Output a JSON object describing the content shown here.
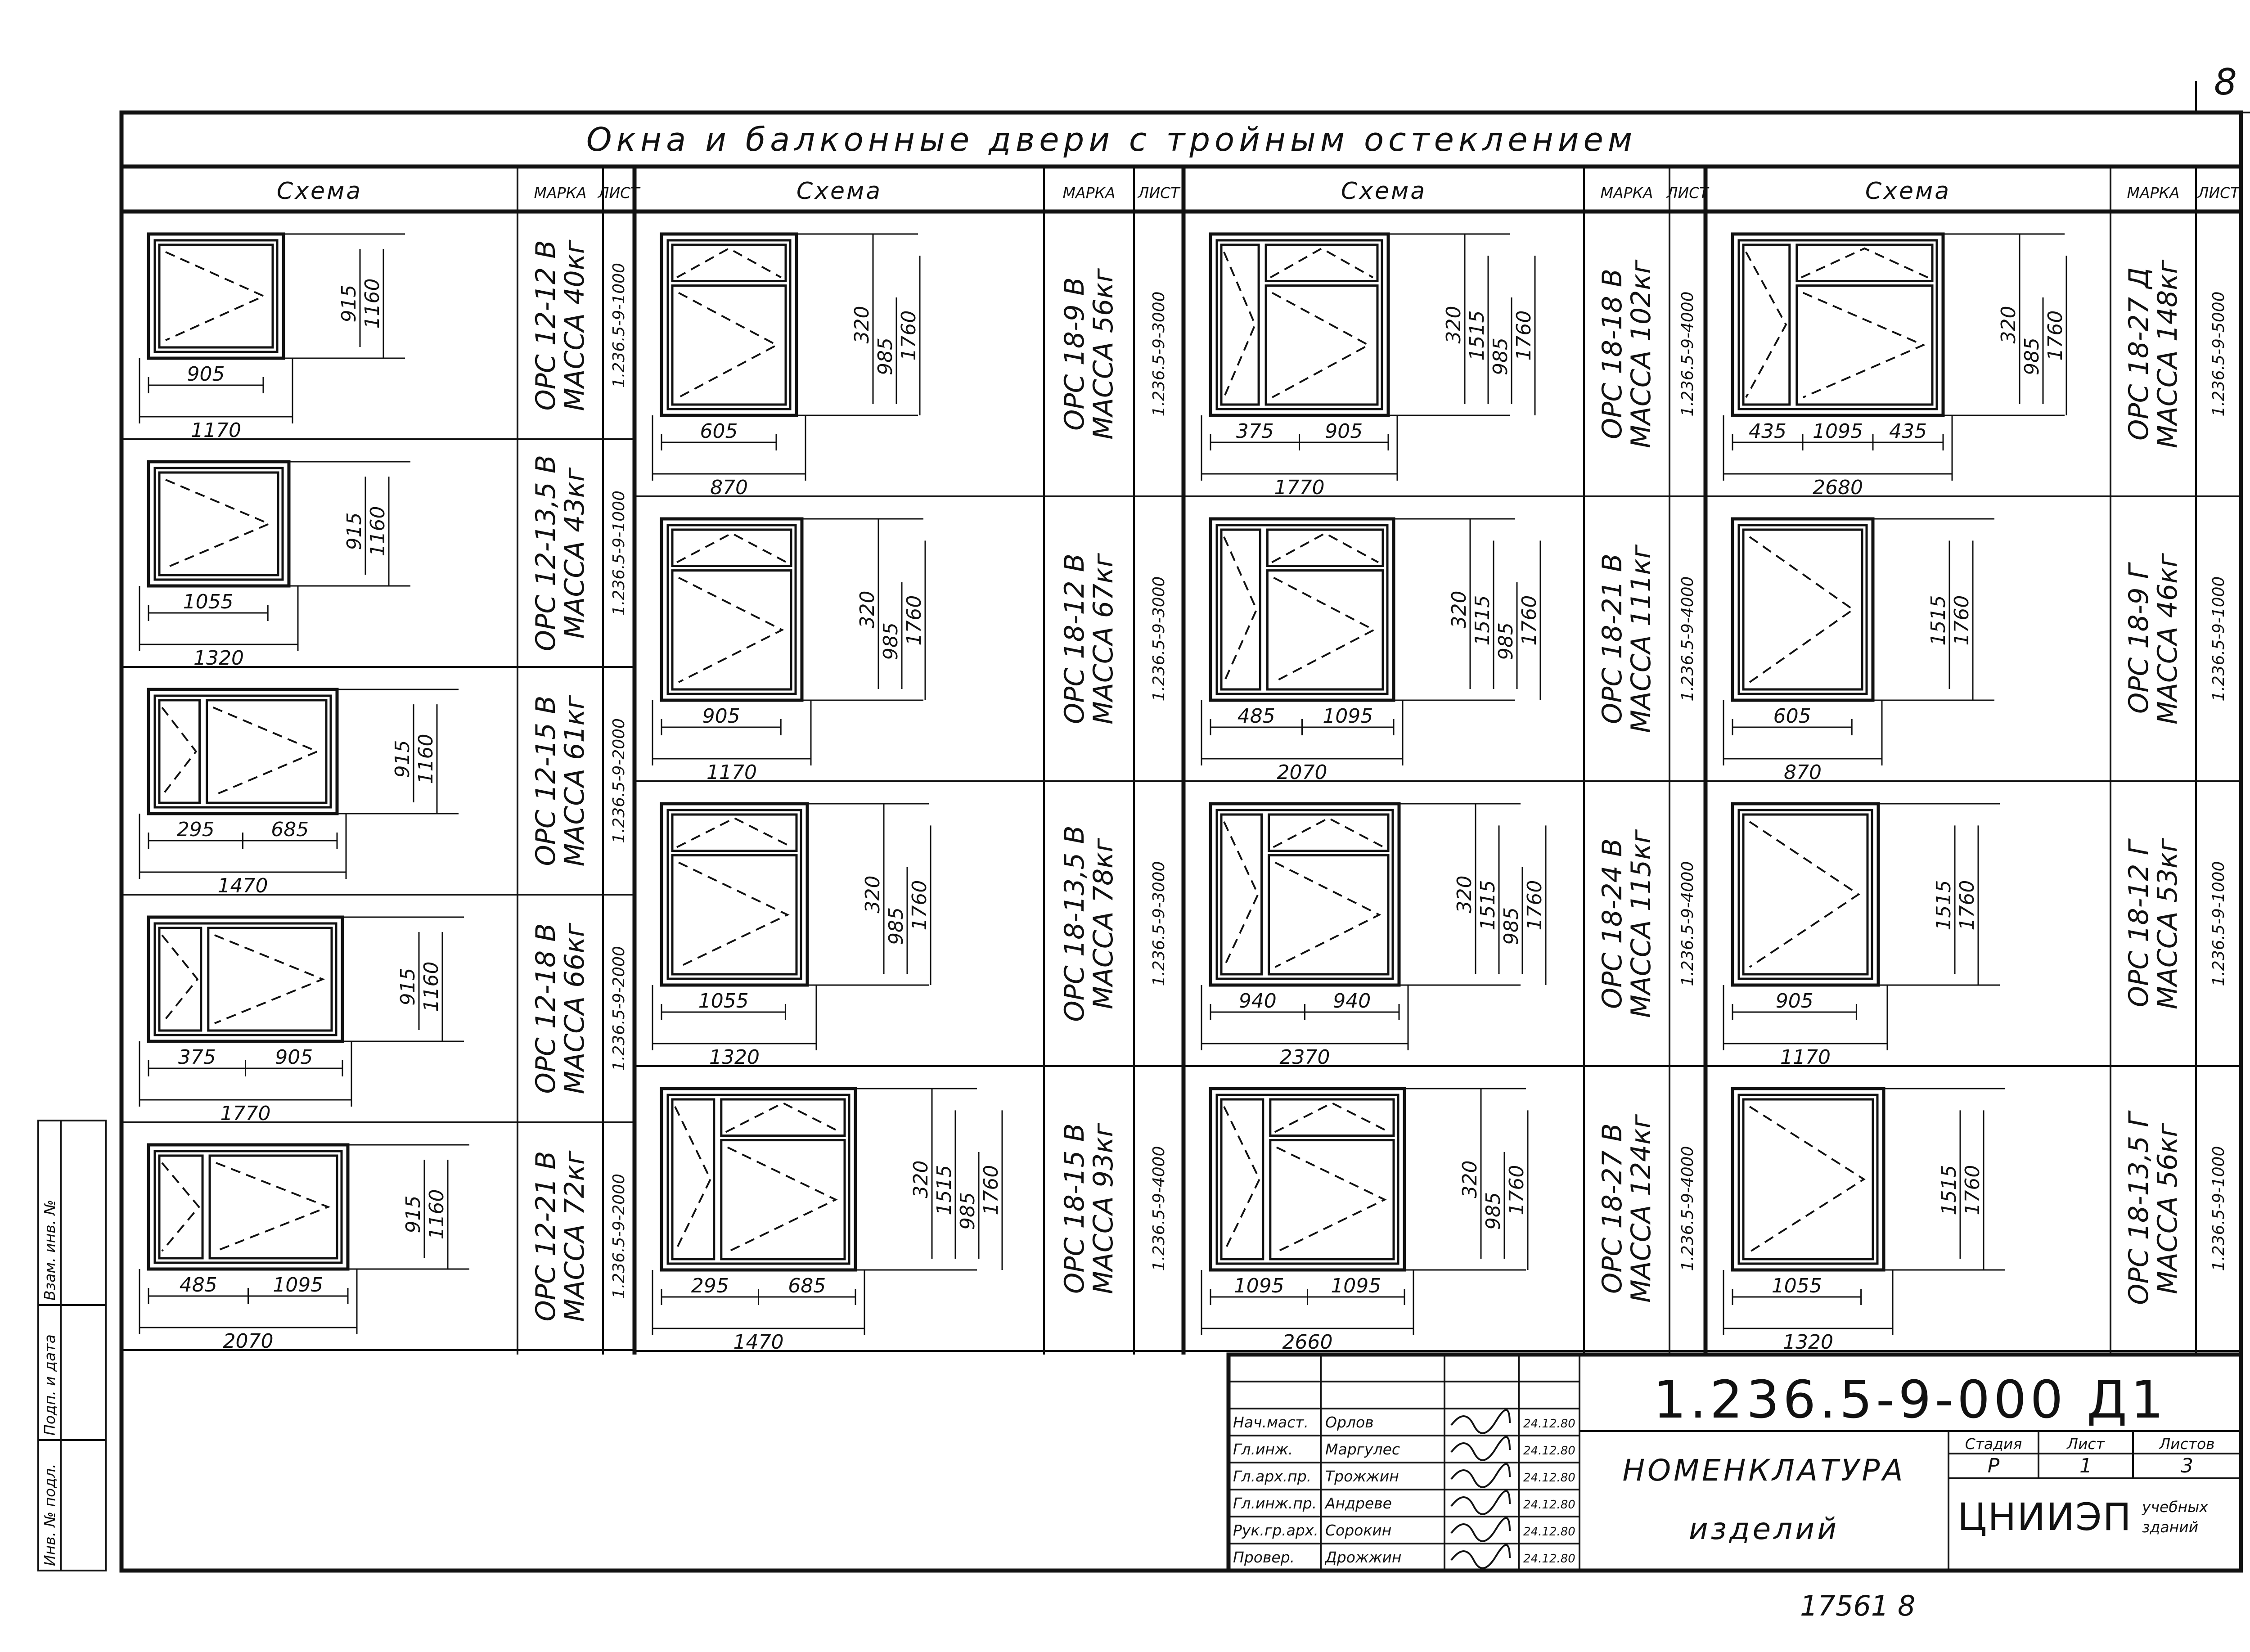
{
  "page_number": "8",
  "title": "Окна и балконные двери с тройным остеклением",
  "column_headers": {
    "scheme": "Схема",
    "mark": "МАРКА",
    "sheet": "ЛИСТ"
  },
  "columns": [
    {
      "items": [
        {
          "mark": "ОРС 12-12 В",
          "mass": "МАССА 40кг",
          "sheet": "1.236.5-9-1000",
          "heights": [
            "915",
            "1160"
          ],
          "widths": [
            "905",
            "1170"
          ]
        },
        {
          "mark": "ОРС 12-13,5 В",
          "mass": "МАССА 43кг",
          "sheet": "1.236.5-9-1000",
          "heights": [
            "915",
            "1160"
          ],
          "widths": [
            "1055",
            "1320"
          ]
        },
        {
          "mark": "ОРС 12-15 В",
          "mass": "МАССА 61кг",
          "sheet": "1.236.5-9-2000",
          "heights": [
            "915",
            "1160"
          ],
          "widths": [
            "295",
            "685",
            "1470"
          ]
        },
        {
          "mark": "ОРС 12-18 В",
          "mass": "МАССА 66кг",
          "sheet": "1.236.5-9-2000",
          "heights": [
            "915",
            "1160"
          ],
          "widths": [
            "375",
            "905",
            "1770"
          ]
        },
        {
          "mark": "ОРС 12-21 В",
          "mass": "МАССА 72кг",
          "sheet": "1.236.5-9-2000",
          "heights": [
            "915",
            "1160"
          ],
          "widths": [
            "485",
            "1095",
            "2070"
          ]
        }
      ]
    },
    {
      "items": [
        {
          "mark": "ОРС 18-9 В",
          "mass": "МАССА 56кг",
          "sheet": "1.236.5-9-3000",
          "heights": [
            "320",
            "985",
            "1760"
          ],
          "widths": [
            "605",
            "870"
          ]
        },
        {
          "mark": "ОРС 18-12 В",
          "mass": "МАССА 67кг",
          "sheet": "1.236.5-9-3000",
          "heights": [
            "320",
            "985",
            "1760"
          ],
          "widths": [
            "905",
            "1170"
          ]
        },
        {
          "mark": "ОРС 18-13,5 В",
          "mass": "МАССА 78кг",
          "sheet": "1.236.5-9-3000",
          "heights": [
            "320",
            "985",
            "1760"
          ],
          "widths": [
            "1055",
            "1320"
          ]
        },
        {
          "mark": "ОРС 18-15 В",
          "mass": "МАССА 93кг",
          "sheet": "1.236.5-9-4000",
          "heights": [
            "320",
            "1515",
            "985",
            "1760"
          ],
          "widths": [
            "295",
            "685",
            "1470"
          ]
        }
      ]
    },
    {
      "items": [
        {
          "mark": "ОРС 18-18 В",
          "mass": "МАССА 102кг",
          "sheet": "1.236.5-9-4000",
          "heights": [
            "320",
            "1515",
            "985",
            "1760"
          ],
          "widths": [
            "375",
            "905",
            "1770"
          ]
        },
        {
          "mark": "ОРС 18-21 В",
          "mass": "МАССА 111кг",
          "sheet": "1.236.5-9-4000",
          "heights": [
            "320",
            "1515",
            "985",
            "1760"
          ],
          "widths": [
            "485",
            "1095",
            "2070"
          ]
        },
        {
          "mark": "ОРС 18-24 В",
          "mass": "МАССА 115кг",
          "sheet": "1.236.5-9-4000",
          "heights": [
            "320",
            "1515",
            "985",
            "1760"
          ],
          "widths": [
            "940",
            "940",
            "2370"
          ]
        },
        {
          "mark": "ОРС 18-27 В",
          "mass": "МАССА 124кг",
          "sheet": "1.236.5-9-4000",
          "heights": [
            "320",
            "985",
            "1760"
          ],
          "widths": [
            "1095",
            "1095",
            "2660"
          ]
        }
      ]
    },
    {
      "items": [
        {
          "mark": "ОРС 18-27 Д",
          "mass": "МАССА 148кг",
          "sheet": "1.236.5-9-5000",
          "heights": [
            "320",
            "985",
            "1760"
          ],
          "widths": [
            "435",
            "1095",
            "435",
            "2680"
          ]
        },
        {
          "mark": "ОРС 18-9 Г",
          "mass": "МАССА 46кг",
          "sheet": "1.236.5-9-1000",
          "heights": [
            "1515",
            "1760"
          ],
          "widths": [
            "605",
            "870"
          ]
        },
        {
          "mark": "ОРС 18-12 Г",
          "mass": "МАССА 53кг",
          "sheet": "1.236.5-9-1000",
          "heights": [
            "1515",
            "1760"
          ],
          "widths": [
            "905",
            "1170"
          ]
        },
        {
          "mark": "ОРС 18-13,5 Г",
          "mass": "МАССА 56кг",
          "sheet": "1.236.5-9-1000",
          "heights": [
            "1515",
            "1760"
          ],
          "widths": [
            "1055",
            "1320"
          ]
        }
      ]
    }
  ],
  "left_stamp": [
    "Инв. № подл.",
    "Подп. и дата",
    "Взам. инв. №"
  ],
  "title_block": {
    "code": "1.236.5-9-000 Д1",
    "name_line1": "НОМЕНКЛАТУРА",
    "name_line2": "изделий",
    "stage_label": "Стадия",
    "sheet_label": "Лист",
    "sheets_label": "Листов",
    "stage": "Р",
    "sheet": "1",
    "sheets": "3",
    "org": "ЦНИИЭП",
    "org_sub1": "учебных",
    "org_sub2": "зданий",
    "signatures": [
      {
        "role": "Нач.маст.",
        "name": "Орлов",
        "date": "24.12.80"
      },
      {
        "role": "Гл.инж.",
        "name": "Маргулес",
        "date": "24.12.80"
      },
      {
        "role": "Гл.арх.пр.",
        "name": "Трожжин",
        "date": "24.12.80"
      },
      {
        "role": "Гл.инж.пр.",
        "name": "Андреве",
        "date": "24.12.80"
      },
      {
        "role": "Рук.гр.арх.",
        "name": "Сорокин",
        "date": "24.12.80"
      },
      {
        "role": "Провер.",
        "name": "Дрожжин",
        "date": "24.12.80"
      }
    ]
  },
  "footer_number": "17561 8"
}
